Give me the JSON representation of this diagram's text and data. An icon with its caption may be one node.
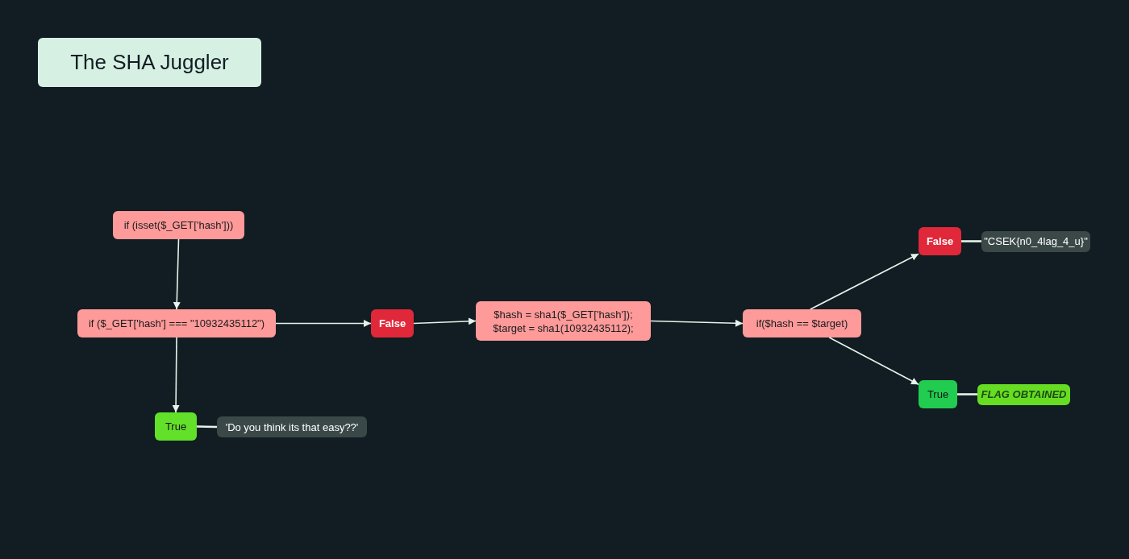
{
  "diagram": {
    "title": "The SHA Juggler",
    "nodes": [
      {
        "text": [
          "if (isset($_GET['hash']))"
        ]
      },
      {
        "text": [
          "if ($_GET['hash'] === \"10932435112\")"
        ]
      },
      {
        "text": [
          "True"
        ]
      },
      {
        "text": [
          "'Do you think its that easy??'"
        ]
      },
      {
        "text": [
          "False"
        ]
      },
      {
        "text": [
          "$hash = sha1($_GET['hash']); $target = sha1(10932435112);"
        ]
      },
      {
        "text": [
          "if($hash == $target)"
        ]
      },
      {
        "text": [
          "False"
        ]
      },
      {
        "text": [
          "\"CSEK{n0_4lag_4_u}\""
        ]
      },
      {
        "text": [
          "True"
        ]
      },
      {
        "text": [
          "FLAG OBTAINED"
        ]
      }
    ],
    "edges": [
      {
        "from": 0,
        "to": 1,
        "arrow": "to"
      },
      {
        "from": 1,
        "to": 4,
        "arrow": "to"
      },
      {
        "from": 1,
        "to": 2,
        "arrow": "to"
      },
      {
        "from": 2,
        "to": 3,
        "arrow": "none"
      },
      {
        "from": 4,
        "to": 5,
        "arrow": "to"
      },
      {
        "from": 5,
        "to": 6,
        "arrow": "to"
      },
      {
        "from": 6,
        "to": 7,
        "arrow": "to"
      },
      {
        "from": 7,
        "to": 8,
        "arrow": "none"
      },
      {
        "from": 6,
        "to": 9,
        "arrow": "to"
      },
      {
        "from": 9,
        "to": 10,
        "arrow": "none"
      }
    ]
  }
}
